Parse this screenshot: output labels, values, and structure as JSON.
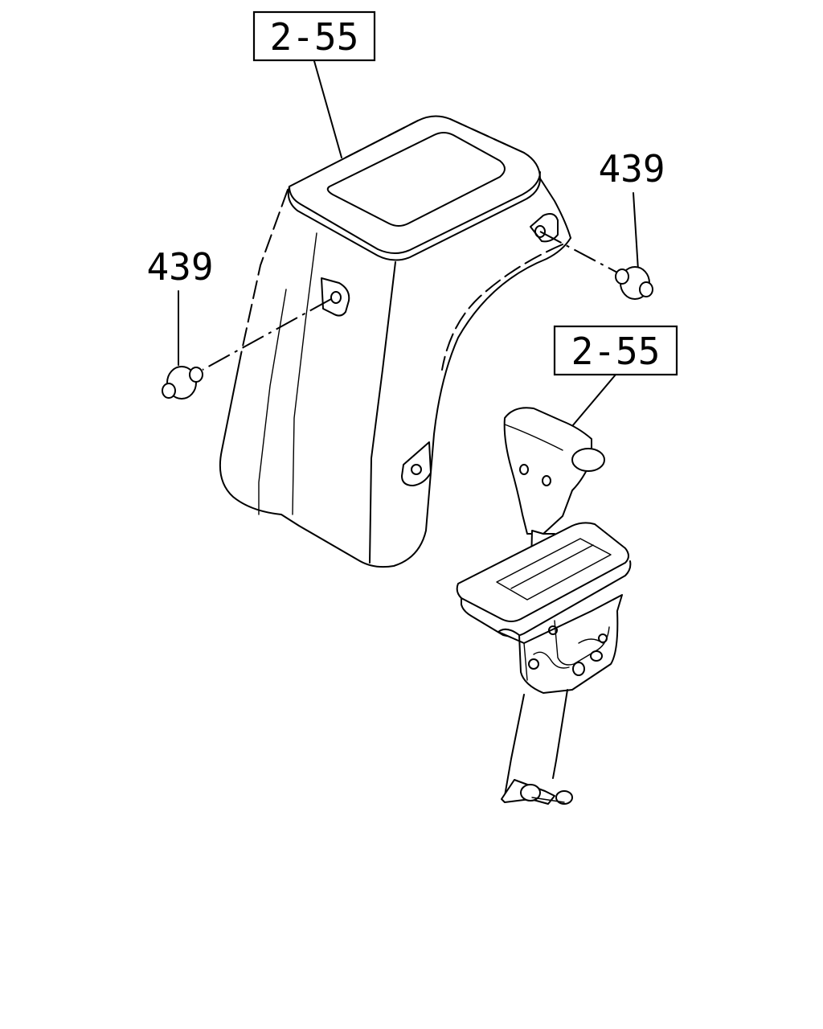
{
  "callouts": [
    {
      "id": "upper",
      "text": "2-55"
    },
    {
      "id": "lower",
      "text": "2-55"
    }
  ],
  "part_labels": [
    {
      "id": "right",
      "text": "439"
    },
    {
      "id": "left",
      "text": "439"
    }
  ]
}
